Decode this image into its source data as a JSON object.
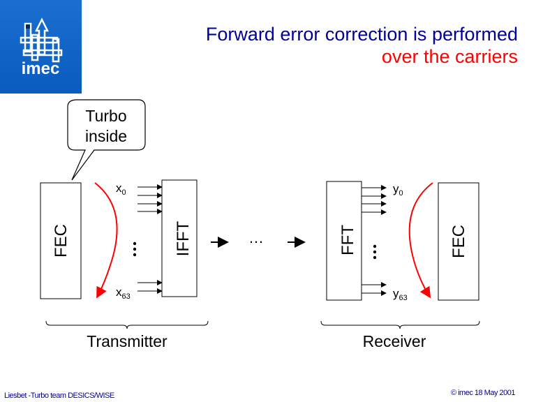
{
  "logo": {
    "text": "imec"
  },
  "title": {
    "line1": "Forward error correction is performed",
    "line2": "over the carriers"
  },
  "callout": {
    "line1": "Turbo",
    "line2": "inside"
  },
  "transmitter": {
    "fec": "FEC",
    "ifft": "IFFT",
    "in_first": "x",
    "in_first_sub": "0",
    "in_last": "x",
    "in_last_sub": "63",
    "label": "Transmitter"
  },
  "channel": {
    "ellipsis": "…"
  },
  "receiver": {
    "fft": "FFT",
    "fec": "FEC",
    "out_first": "y",
    "out_first_sub": "0",
    "out_last": "y",
    "out_last_sub": "63",
    "label": "Receiver"
  },
  "footer": {
    "left": "Liesbet -Turbo team DESICS/WISE",
    "right": "© imec 18 May 2001"
  },
  "colors": {
    "title": "#000099",
    "accent": "#ff0000"
  }
}
